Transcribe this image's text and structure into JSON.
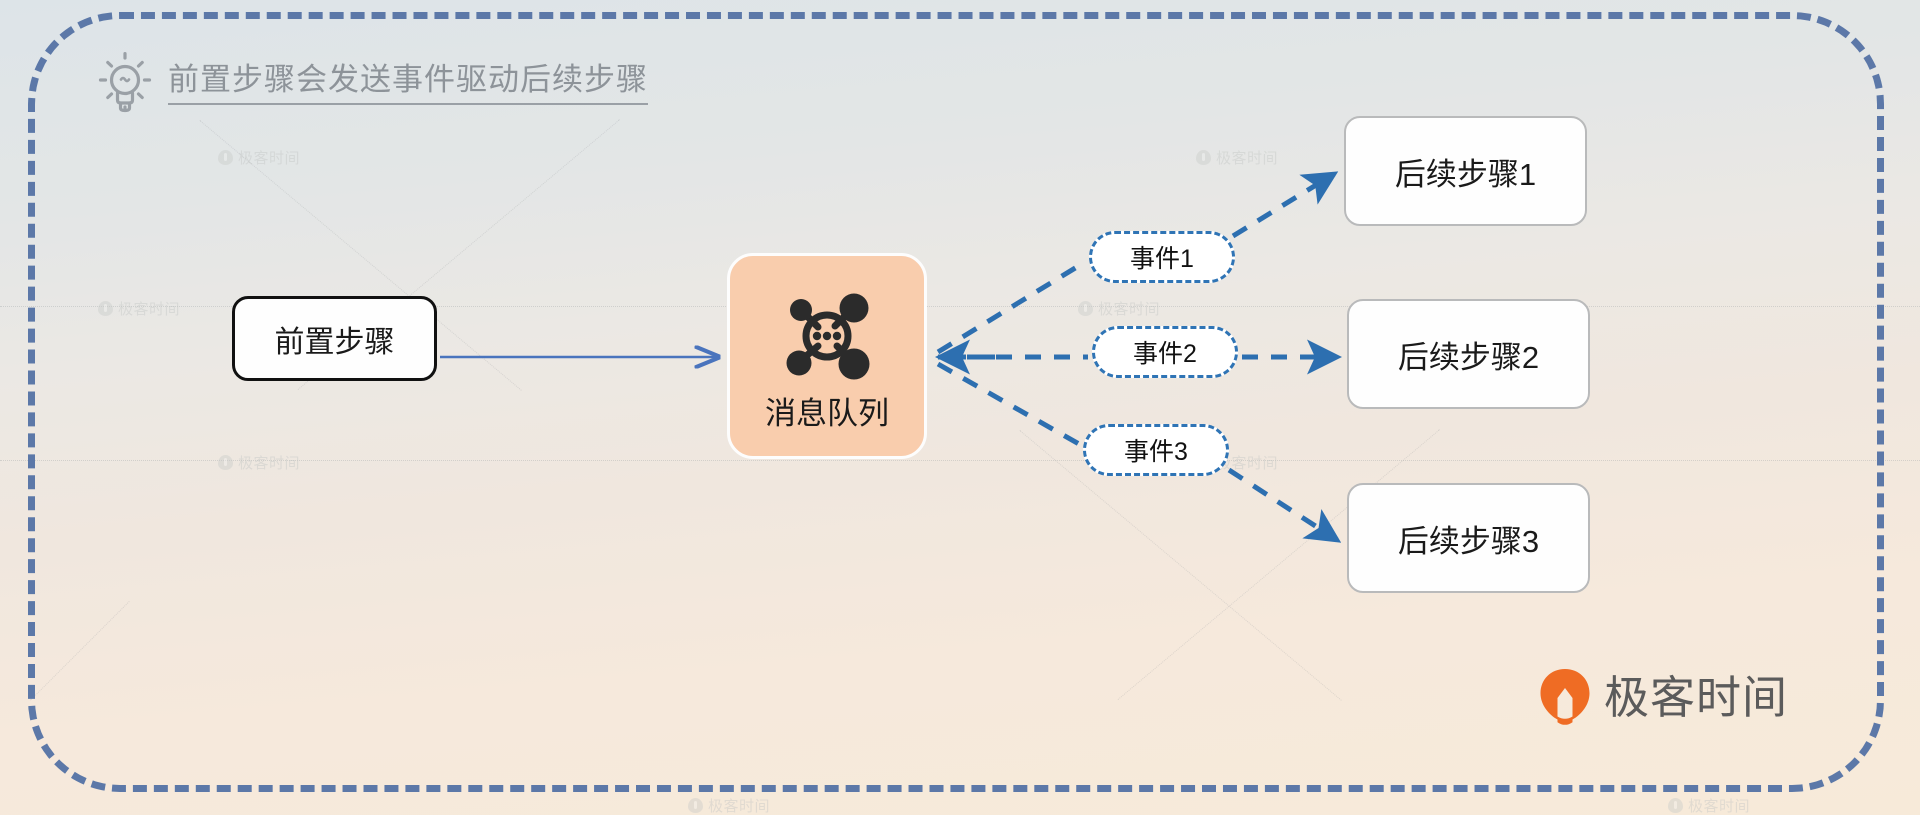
{
  "header": {
    "icon": "lightbulb-icon",
    "title": "前置步骤会发送事件驱动后续步骤"
  },
  "diagram": {
    "start_node": {
      "label": "前置步骤"
    },
    "queue_node": {
      "label": "消息队列",
      "icon": "message-queue-network-icon"
    },
    "events": [
      {
        "label": "事件1"
      },
      {
        "label": "事件2"
      },
      {
        "label": "事件3"
      }
    ],
    "next_steps": [
      {
        "label": "后续步骤1"
      },
      {
        "label": "后续步骤2"
      },
      {
        "label": "后续步骤3"
      }
    ]
  },
  "brand": {
    "name": "极客时间",
    "icon": "geektime-logo-icon"
  },
  "watermark": {
    "text": "极客时间"
  },
  "colors": {
    "frame_border": "#5c78a8",
    "edge_solid": "#4a74bd",
    "edge_dashed": "#2f74b5",
    "queue_fill": "#f9cdad",
    "brand_orange": "#ef6c24",
    "title_text": "#8d9399"
  }
}
